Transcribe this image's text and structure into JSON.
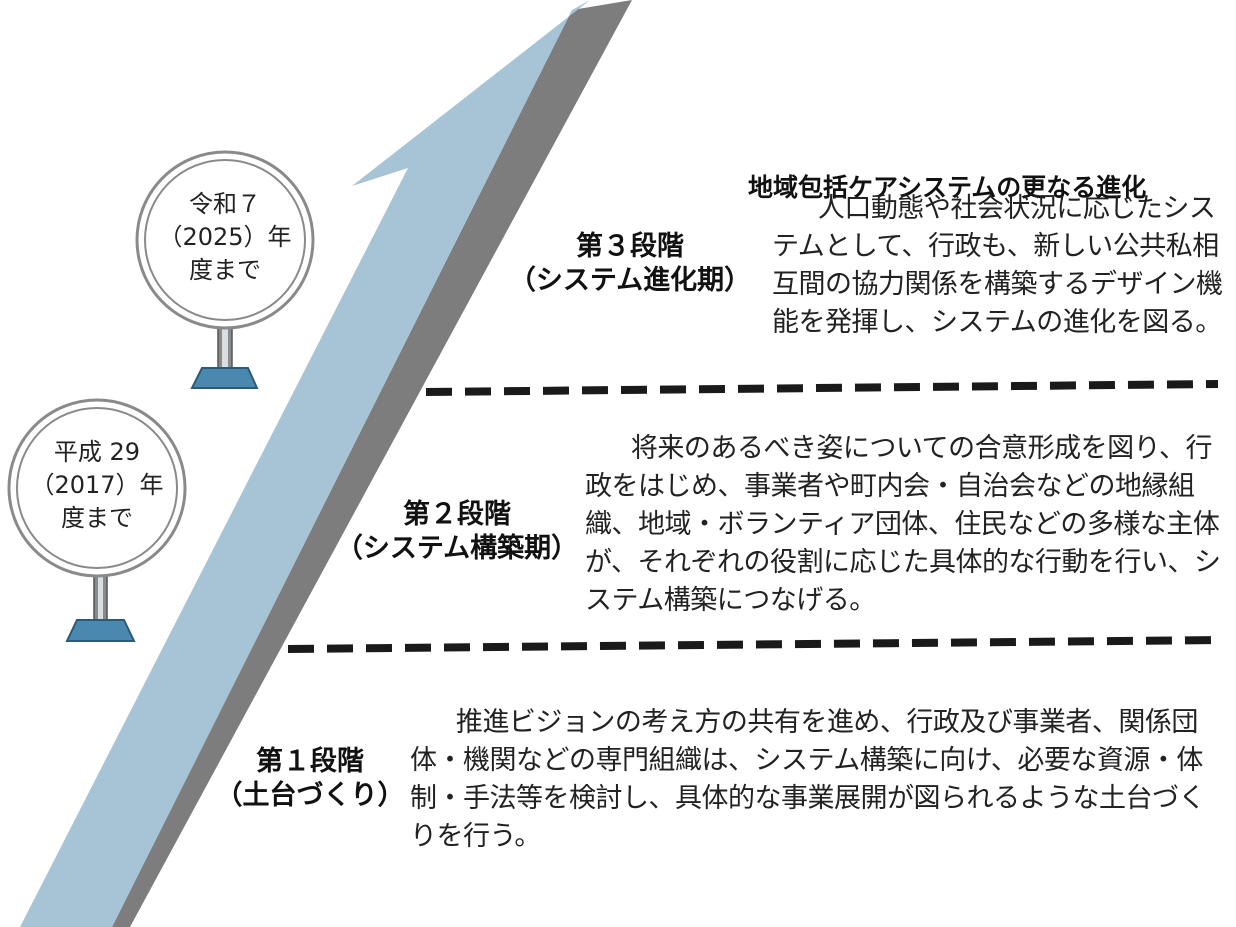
{
  "colors": {
    "arrow_fill": "#a7c4d6",
    "arrow_shadow": "#7d7d7d",
    "divider": "#1a1a1a",
    "sign_post": "#888888",
    "sign_base": "#4a88b0"
  },
  "milestones": [
    {
      "line1": "令和７",
      "line2": "（2025）年",
      "line3": "度まで"
    },
    {
      "line1": "平成 29",
      "line2": "（2017）年",
      "line3": "度まで"
    }
  ],
  "stages": {
    "stage3": {
      "label_line1": "第３段階",
      "label_line2": "（システム進化期）",
      "heading": "地域包括ケアシステムの更なる進化",
      "description": "人口動態や社会状況に応じたシステムとして、行政も、新しい公共私相互間の協力関係を構築するデザイン機能を発揮し、システムの進化を図る。"
    },
    "stage2": {
      "label_line1": "第２段階",
      "label_line2": "（システム構築期）",
      "description": "将来のあるべき姿についての合意形成を図り、行政をはじめ、事業者や町内会・自治会などの地縁組織、地域・ボランティア団体、住民などの多様な主体が、それぞれの役割に応じた具体的な行動を行い、システム構築につなげる。"
    },
    "stage1": {
      "label_line1": "第１段階",
      "label_line2": "（土台づくり）",
      "description": "推進ビジョンの考え方の共有を進め、行政及び事業者、関係団体・機関などの専門組織は、システム構築に向け、必要な資源・体制・手法等を検討し、具体的な事業展開が図られるような土台づくりを行う。"
    }
  }
}
